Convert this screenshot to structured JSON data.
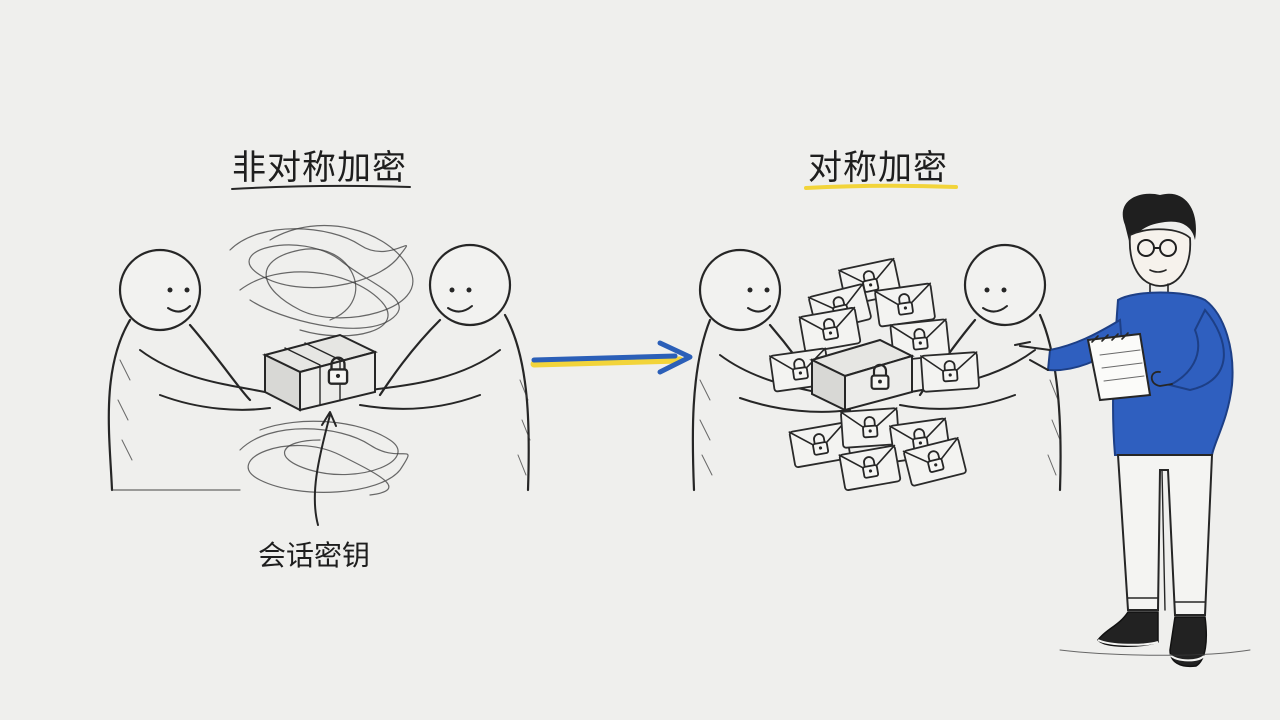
{
  "diagram": {
    "left_title": "非对称加密",
    "right_title": "对称加密",
    "key_label": "会话密钥",
    "colors": {
      "background": "#efefed",
      "ink": "#262626",
      "blue": "#2b5fb8",
      "yellow": "#f2d43a",
      "sweater": "#2f5fbf"
    }
  }
}
